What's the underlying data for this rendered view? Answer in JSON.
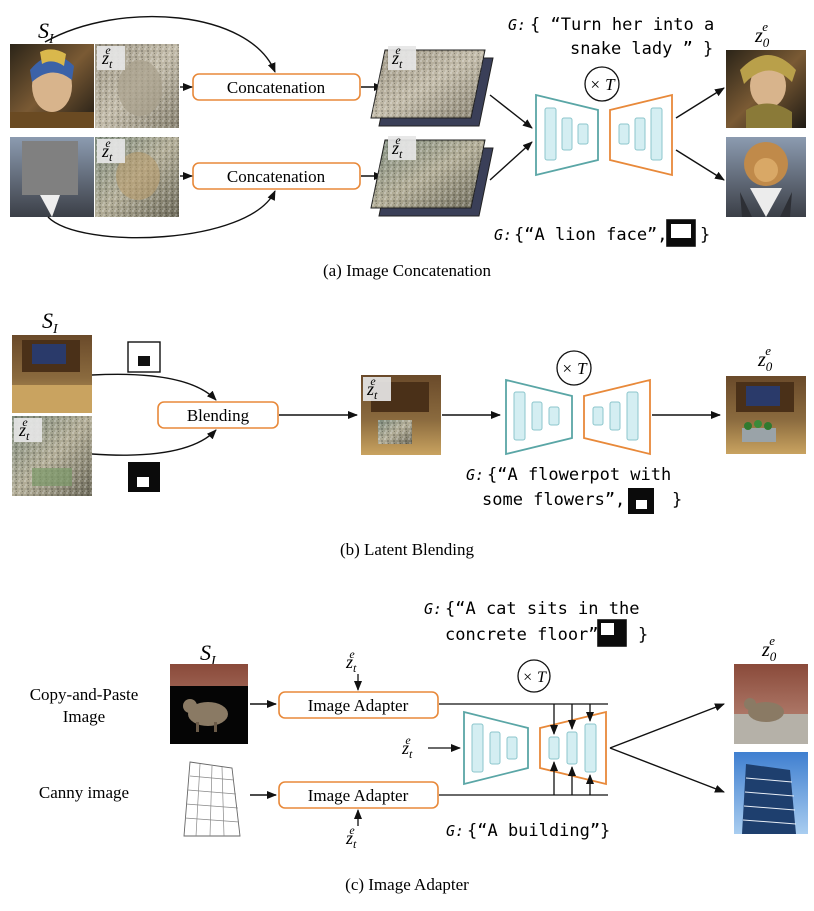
{
  "labels": {
    "s_i": "S",
    "s_i_sub": "I",
    "z": "z",
    "z_sub_t": "t",
    "z_sub_0": "0",
    "z_sup": "e",
    "times_t": "× T"
  },
  "section_a": {
    "caption": "(a) Image Concatenation",
    "op_top": "Concatenation",
    "op_bottom": "Concatenation",
    "g_prefix": "G:",
    "prompt_top_line1": "{ “Turn her into a",
    "prompt_top_line2": "snake lady ” }",
    "prompt_bottom": "{“A lion face”,",
    "prompt_bottom_close": "}"
  },
  "section_b": {
    "caption": "(b) Latent Blending",
    "op": "Blending",
    "g_prefix": "G:",
    "prompt_line1": "{“A flowerpot with",
    "prompt_line2": "some flowers”,",
    "prompt_close": "}"
  },
  "section_c": {
    "caption": "(c) Image Adapter",
    "input_top_line1": "Copy-and-Paste",
    "input_top_line2": "Image",
    "input_bottom": "Canny image",
    "op_top": "Image Adapter",
    "op_bottom": "Image Adapter",
    "g_prefix": "G:",
    "prompt_top_line1": "{“A cat sits in the",
    "prompt_top_line2": "concrete floor”,",
    "prompt_top_close": "}",
    "prompt_bottom": "{“A building”}"
  },
  "colors": {
    "orange": "#e8893a",
    "teal": "#5aa6a6",
    "teal_fill": "#d4eef2",
    "arrow": "#111111"
  }
}
